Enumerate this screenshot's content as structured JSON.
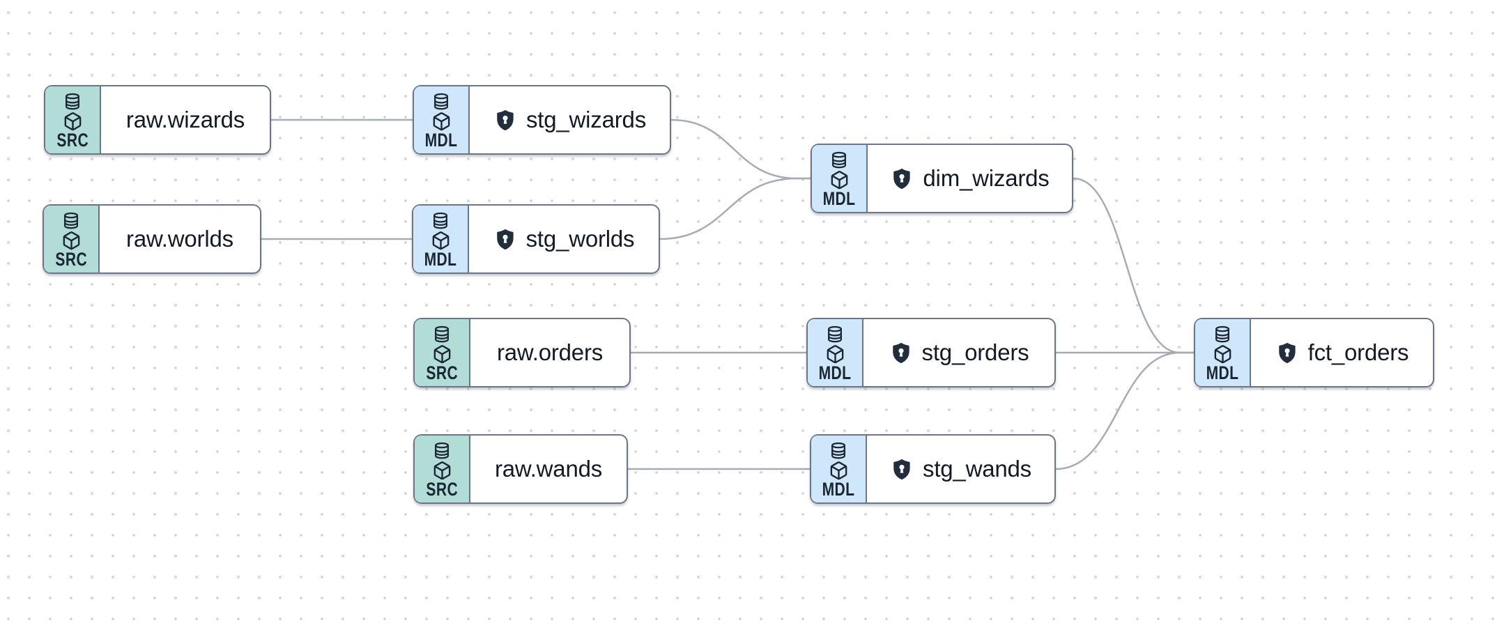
{
  "app": {
    "view": "lineage-graph-canvas"
  },
  "colors": {
    "source_panel": "#b2ddd6",
    "model_panel": "#cfe7fa",
    "node_border": "#6b7587",
    "edge_line": "#a6abb6",
    "icon_dark": "#1b2533",
    "label_text": "#121a26",
    "canvas_dot": "#d7d8db",
    "canvas_background": "#ffffff"
  },
  "nodes": [
    {
      "id": "raw_wizards",
      "kind": "source",
      "badge": "SRC",
      "icon": "database-icon",
      "shield": false,
      "label": "raw.wizards"
    },
    {
      "id": "stg_wizards",
      "kind": "model",
      "badge": "MDL",
      "icon": "cube-icon",
      "shield": true,
      "label": "stg_wizards"
    },
    {
      "id": "raw_worlds",
      "kind": "source",
      "badge": "SRC",
      "icon": "database-icon",
      "shield": false,
      "label": "raw.worlds"
    },
    {
      "id": "stg_worlds",
      "kind": "model",
      "badge": "MDL",
      "icon": "cube-icon",
      "shield": true,
      "label": "stg_worlds"
    },
    {
      "id": "dim_wizards",
      "kind": "model",
      "badge": "MDL",
      "icon": "cube-icon",
      "shield": true,
      "label": "dim_wizards"
    },
    {
      "id": "raw_orders",
      "kind": "source",
      "badge": "SRC",
      "icon": "database-icon",
      "shield": false,
      "label": "raw.orders"
    },
    {
      "id": "stg_orders",
      "kind": "model",
      "badge": "MDL",
      "icon": "cube-icon",
      "shield": true,
      "label": "stg_orders"
    },
    {
      "id": "raw_wands",
      "kind": "source",
      "badge": "SRC",
      "icon": "database-icon",
      "shield": false,
      "label": "raw.wands"
    },
    {
      "id": "stg_wands",
      "kind": "model",
      "badge": "MDL",
      "icon": "cube-icon",
      "shield": true,
      "label": "stg_wands"
    },
    {
      "id": "fct_orders",
      "kind": "model",
      "badge": "MDL",
      "icon": "cube-icon",
      "shield": true,
      "label": "fct_orders"
    }
  ],
  "edges": [
    {
      "from": "raw_wizards",
      "to": "stg_wizards"
    },
    {
      "from": "raw_worlds",
      "to": "stg_worlds"
    },
    {
      "from": "raw_orders",
      "to": "stg_orders"
    },
    {
      "from": "raw_wands",
      "to": "stg_wands"
    },
    {
      "from": "stg_wizards",
      "to": "dim_wizards"
    },
    {
      "from": "stg_worlds",
      "to": "dim_wizards"
    },
    {
      "from": "dim_wizards",
      "to": "fct_orders"
    },
    {
      "from": "stg_orders",
      "to": "fct_orders"
    },
    {
      "from": "stg_wands",
      "to": "fct_orders"
    }
  ]
}
